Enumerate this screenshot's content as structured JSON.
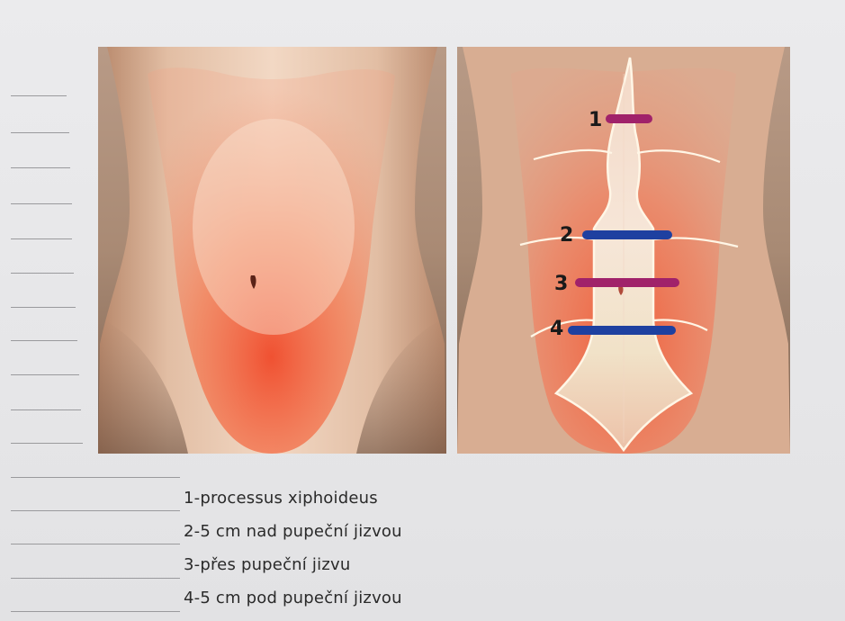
{
  "figures": {
    "left": {
      "alt": "abdomen-front-view-shaded"
    },
    "right": {
      "alt": "abdomen-front-view-muscle-outline",
      "markers": [
        {
          "number": "1",
          "color": "#a0226a"
        },
        {
          "number": "2",
          "color": "#1e40a0"
        },
        {
          "number": "3",
          "color": "#a0226a"
        },
        {
          "number": "4",
          "color": "#1e40a0"
        }
      ]
    }
  },
  "legend": {
    "items": [
      {
        "label": "1-processus xiphoideus"
      },
      {
        "label": "2-5 cm nad pupeční jizvou"
      },
      {
        "label": "3-přes pupeční jizvu"
      },
      {
        "label": "4-5 cm pod pupeční jizvou"
      }
    ]
  }
}
